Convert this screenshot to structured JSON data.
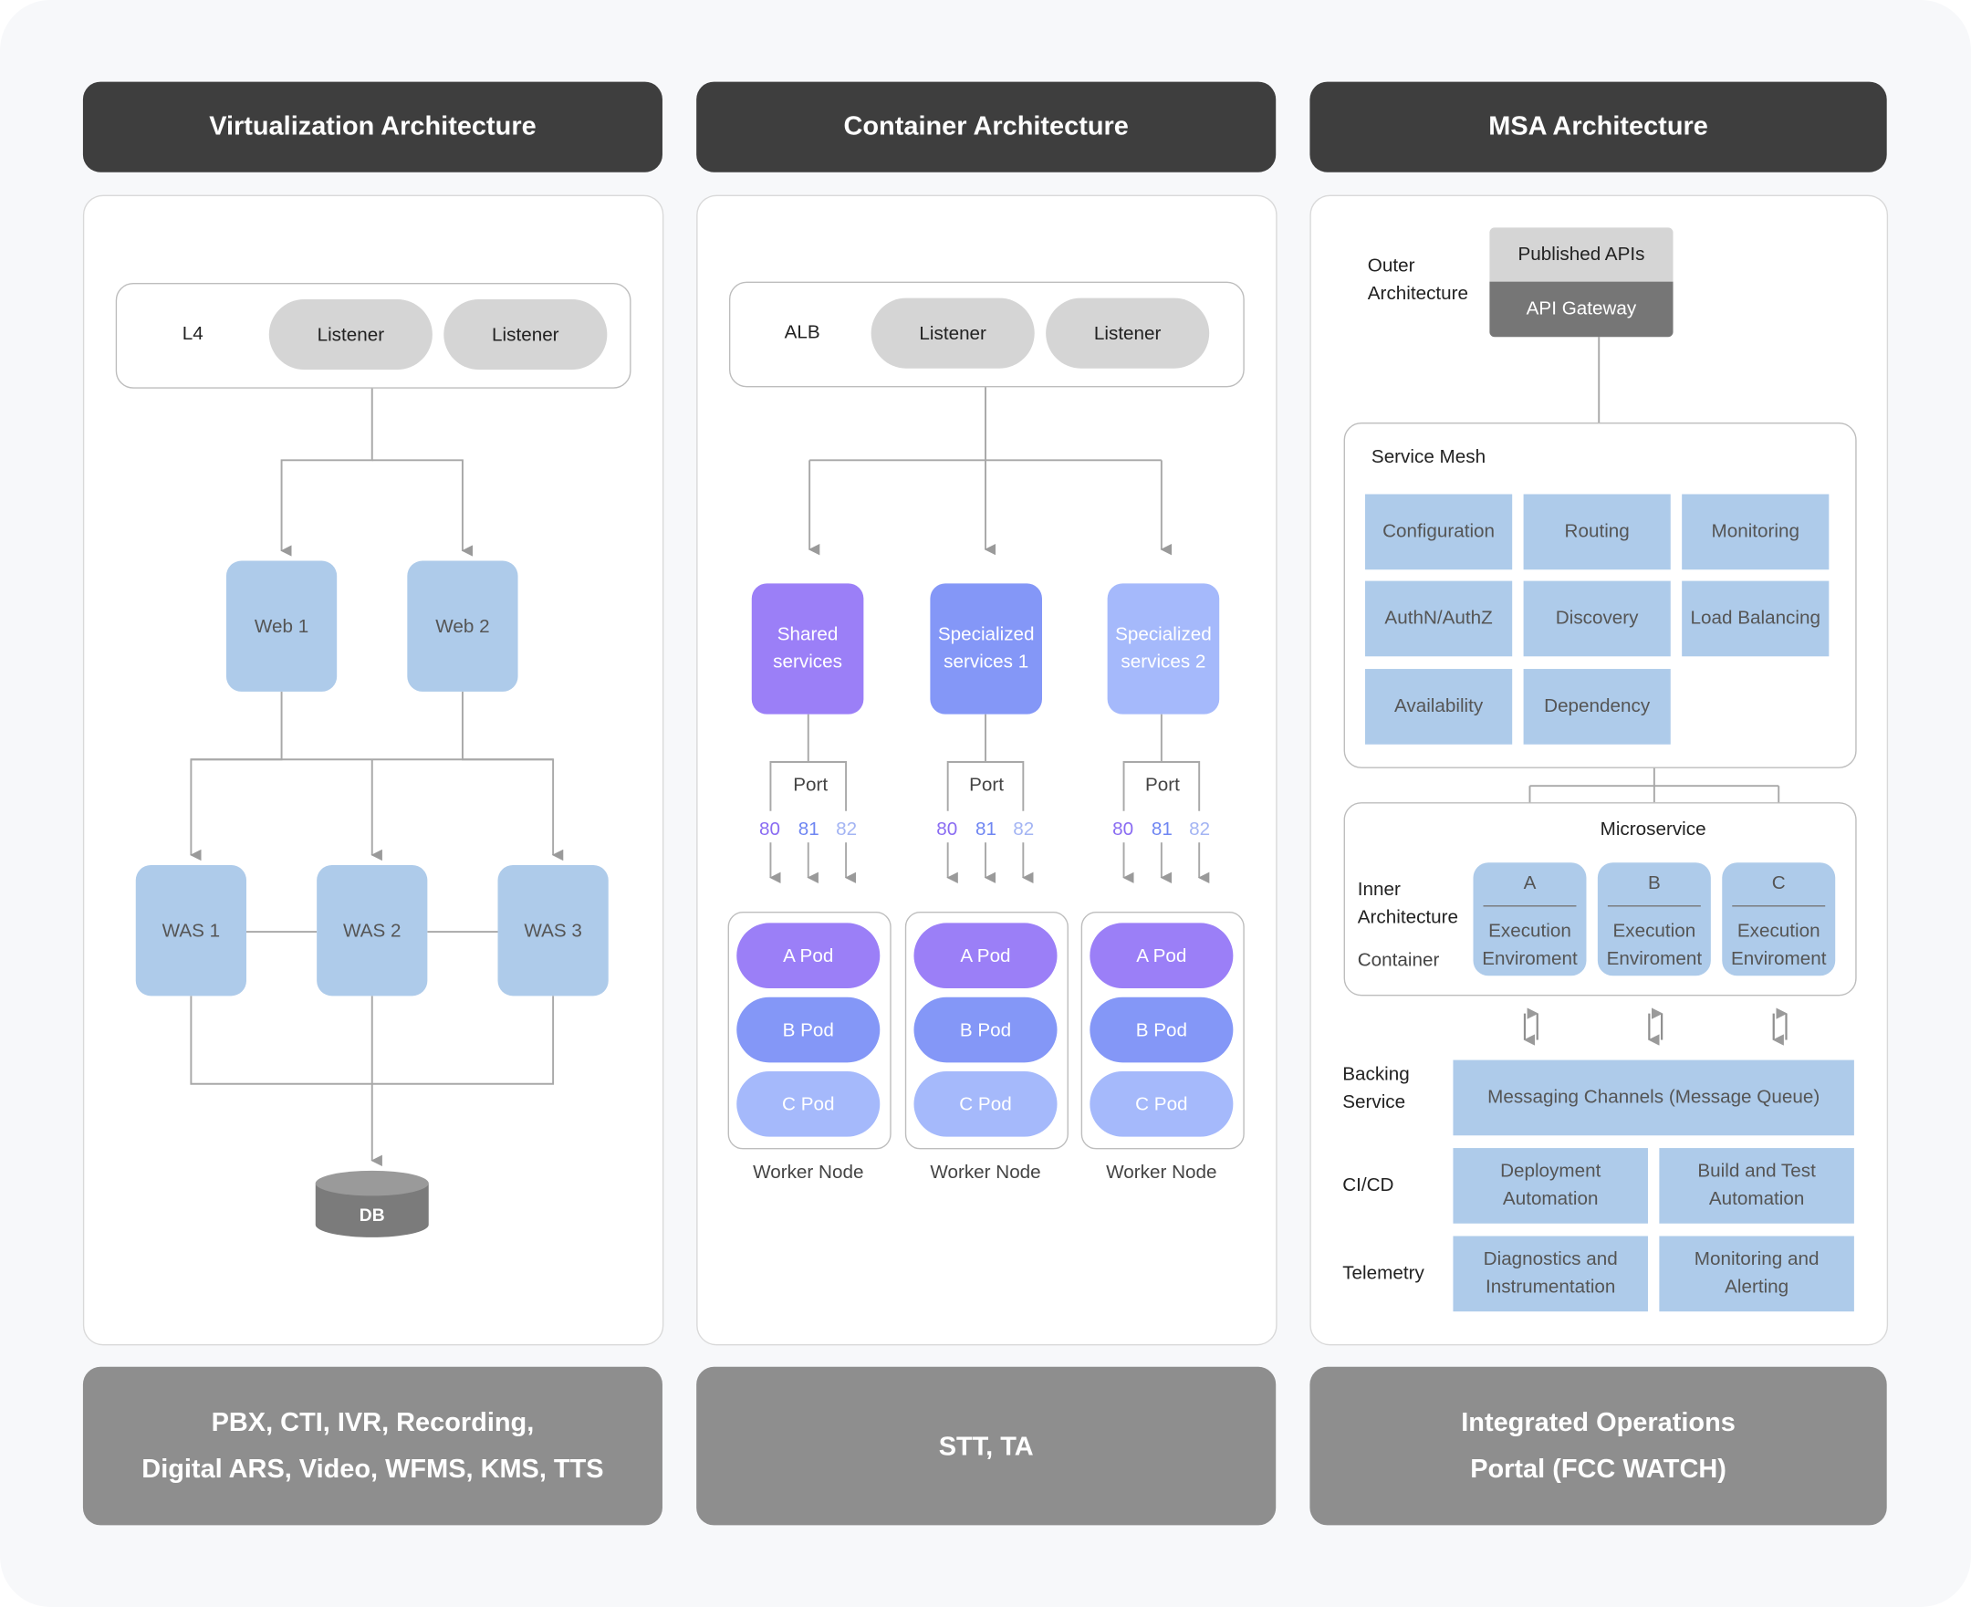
{
  "columns": [
    {
      "header": "Virtualization Architecture",
      "footer_lines": [
        "PBX, CTI, IVR, Recording,",
        "Digital ARS, Video, WFMS, KMS, TTS"
      ]
    },
    {
      "header": "Container Architecture",
      "footer_lines": [
        "STT, TA"
      ]
    },
    {
      "header": "MSA Architecture",
      "footer_lines": [
        "Integrated Operations",
        "Portal (FCC WATCH)"
      ]
    }
  ],
  "virtualization": {
    "lb_label": "L4",
    "listeners": [
      "Listener",
      "Listener"
    ],
    "web": [
      "Web 1",
      "Web 2"
    ],
    "was": [
      "WAS 1",
      "WAS 2",
      "WAS 3"
    ],
    "db": "DB"
  },
  "container": {
    "lb_label": "ALB",
    "listeners": [
      "Listener",
      "Listener"
    ],
    "services": [
      [
        "Shared",
        "services"
      ],
      [
        "Specialized",
        "services 1"
      ],
      [
        "Specialized",
        "services 2"
      ]
    ],
    "port_label": "Port",
    "ports": [
      "80",
      "81",
      "82"
    ],
    "pods": [
      "A Pod",
      "B Pod",
      "C Pod"
    ],
    "worker_label": "Worker Node"
  },
  "msa": {
    "outer_label": [
      "Outer",
      "Architecture"
    ],
    "published_apis": "Published APIs",
    "api_gateway": "API Gateway",
    "service_mesh_title": "Service Mesh",
    "mesh_items": [
      "Configuration",
      "Routing",
      "Monitoring",
      "AuthN/AuthZ",
      "Discovery",
      "Load Balancing",
      "Availability",
      "Dependency"
    ],
    "microservice_title": "Microservice",
    "inner_label": [
      "Inner",
      "Architecture"
    ],
    "container_label": "Container",
    "microservices": [
      "A",
      "B",
      "C"
    ],
    "exec_env": [
      "Execution",
      "Enviroment"
    ],
    "backing_label": [
      "Backing",
      "Service"
    ],
    "messaging": "Messaging Channels (Message Queue)",
    "cicd_label": "CI/CD",
    "cicd_items": [
      [
        "Deployment",
        "Automation"
      ],
      [
        "Build and Test",
        "Automation"
      ]
    ],
    "telemetry_label": "Telemetry",
    "telemetry_items": [
      [
        "Diagnostics and",
        "Instrumentation"
      ],
      [
        "Monitoring and",
        "Alerting"
      ]
    ]
  },
  "colors": {
    "header_bg": "#3e3e3e",
    "footer_bg": "#8e8e8e",
    "node_blue": "#aecbea",
    "shared_purple": "#9b7ff7",
    "specialized_1": "#8497f7",
    "specialized_2": "#a5b9fb",
    "port_80": "#8a6cf2",
    "port_81": "#6f86f2",
    "port_82": "#a3b4f3"
  }
}
